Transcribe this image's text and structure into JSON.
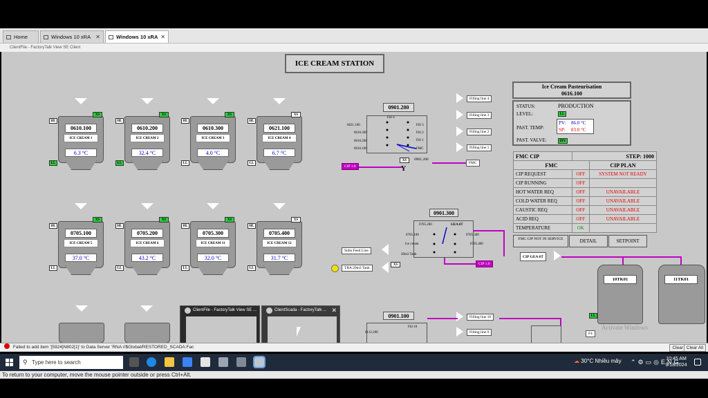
{
  "browser": {
    "tabs": [
      {
        "label": "Home"
      },
      {
        "label": "Windows 10 xRA"
      },
      {
        "label": "Windows 10 xRA"
      }
    ],
    "window_title": "ClientFile - FactoryTalk View SE Client"
  },
  "station": {
    "title": "ICE CREAM STATION"
  },
  "tanks_row1": [
    {
      "id": "0610.100",
      "name": "ICE CREAM 1",
      "temp": "6.3 °C",
      "xs": "XS",
      "xs_color": "green"
    },
    {
      "id": "0610.200",
      "name": "ICE CREAM 2",
      "temp": "32.4 °C",
      "xs": "XS",
      "xs_color": "green"
    },
    {
      "id": "0610.300",
      "name": "ICE CREAM 3",
      "temp": "4.0 °C",
      "xs": "XS",
      "xs_color": "green"
    },
    {
      "id": "0621.100",
      "name": "ICE CREAM 4",
      "temp": "6.7 °C",
      "xs": "XS",
      "xs_color": "white"
    }
  ],
  "tanks_row2": [
    {
      "id": "0705.100",
      "name": "ICE CREAM 5",
      "temp": "37.0 °C",
      "xs": "XS",
      "xs_color": "green"
    },
    {
      "id": "0705.200",
      "name": "ICE CREAM 6",
      "temp": "43.2 °C",
      "xs": "XS",
      "xs_color": "green"
    },
    {
      "id": "0705.300",
      "name": "ICE CREAM 11",
      "temp": "32.0 °C",
      "xs": "XS",
      "xs_color": "green"
    },
    {
      "id": "0705.400",
      "name": "ICE CREAM 12",
      "temp": "31.7 °C",
      "xs": "XS",
      "xs_color": "white"
    }
  ],
  "tank_labels": {
    "hl": "HL",
    "ll": "LL"
  },
  "valve1": {
    "id": "0901.200",
    "ports": [
      "Fill 4",
      "Fill 3",
      "Fill 2",
      "Fill 1",
      "FMC",
      "0621.100",
      "0610.300",
      "0610.200",
      "0610.100"
    ],
    "out": "0901.280",
    "xs": "XS",
    "tag": "CIP 1.8"
  },
  "filling_lines": [
    "Filling line 4",
    "Filling line 3",
    "Filling line 2",
    "Filling line 1"
  ],
  "fmc_tag": "FMC",
  "pasteurisation": {
    "title": "Ice Cream Pasteurisation",
    "id": "0616.100",
    "status_label": "STATUS:",
    "status_value": "PRODUCTION",
    "level_label": "LEVEL:",
    "level_value": "LL",
    "temp_label": "PAST. TEMP:",
    "pv_label": "PV:",
    "pv_value": "86.0 °C",
    "sp_label": "SP:",
    "sp_value": "83.0 °C",
    "valve_label": "PAST. VALVE:",
    "valve_value": "DIV"
  },
  "fmc_cip": {
    "title": "FMC CIP",
    "step": "STEP: 1000",
    "col1": "FMC",
    "col2": "CIP PLAN",
    "rows": [
      {
        "label": "CIP REQUEST",
        "state": "OFF",
        "plan": "SYSTEM NOT READY"
      },
      {
        "label": "CIP RUNNING",
        "state": "OFF",
        "plan": ""
      },
      {
        "label": "HOT WATER REQ",
        "state": "OFF",
        "plan": "UNAVAILABLE"
      },
      {
        "label": "COLD WATER REQ",
        "state": "OFF",
        "plan": "UNAVAILABLE"
      },
      {
        "label": "CAUSTIC REQ",
        "state": "OFF",
        "plan": "UNAVAILABLE"
      },
      {
        "label": "ACID REQ",
        "state": "OFF",
        "plan": "UNAVAILABLE"
      },
      {
        "label": "TEMPERATURE",
        "state": "OK",
        "plan": ""
      }
    ],
    "btn_service": "FMC CIP NOT IN SERVICE",
    "btn_detail": "DETAIL",
    "btn_setpoint": "SETPOINT"
  },
  "valve2": {
    "id": "0901.300",
    "ports": [
      "0705.200",
      "GEA 6T",
      "0705.100",
      "0705.300",
      "Ice cream",
      "0705.400",
      "20m3 Tank"
    ],
    "tag": "CIP 1.8"
  },
  "left_tags": {
    "subo": "Subo Feed Line",
    "tba": "TBA 20m3 Tank",
    "xs": "XS"
  },
  "cip_gea": "CIP GEA 6T",
  "big_tanks": [
    {
      "id": "10TK01"
    },
    {
      "id": "11TK01"
    }
  ],
  "valve3": {
    "id": "0901.100",
    "port": "Fill 10",
    "left": "0112.200"
  },
  "filling_lines_bottom": [
    "Filling line 10",
    "Filling line 9"
  ],
  "bottom_tag": "F4",
  "activate_watermark": "Activate Windows",
  "taskbar_previews": [
    {
      "title": "ClientFile - FactoryTalk View SE ..."
    },
    {
      "title": "ClientScada - FactoryTalk ..."
    }
  ],
  "error_bar": {
    "message": "Failed to add item '[5924]N802[1]' to Data Server 'RNA://$Global/RESTORED_SCADA:Fac",
    "clear": "Clear",
    "clear_all": "Clear All"
  },
  "taskbar": {
    "search_placeholder": "Type here to search",
    "weather": "30°C  Nhiều mây",
    "time": "10:45 AM",
    "date": "9/18/2024"
  },
  "hint": "To return to your computer, move the mouse pointer outside or press Ctrl+Alt."
}
